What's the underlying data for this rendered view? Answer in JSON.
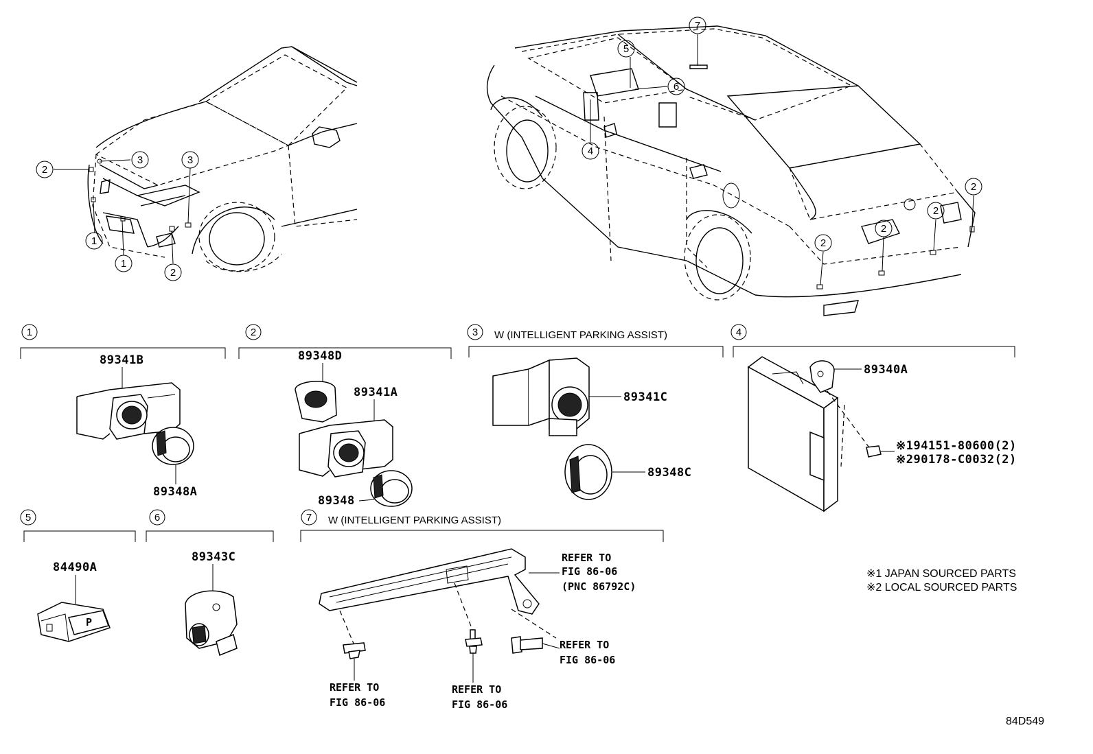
{
  "callouts": {
    "c1": "1",
    "c2": "2",
    "c3": "3",
    "c4": "4",
    "c5": "5",
    "c6": "6",
    "c7": "7"
  },
  "sections": [
    {
      "id": "1",
      "title": ""
    },
    {
      "id": "2",
      "title": ""
    },
    {
      "id": "3",
      "title": "W (INTELLIGENT PARKING ASSIST)"
    },
    {
      "id": "4",
      "title": ""
    },
    {
      "id": "5",
      "title": ""
    },
    {
      "id": "6",
      "title": ""
    },
    {
      "id": "7",
      "title": "W (INTELLIGENT PARKING ASSIST)"
    }
  ],
  "parts": {
    "p89341B": "89341B",
    "p89348A": "89348A",
    "p89348D": "89348D",
    "p89341A": "89341A",
    "p89348": "89348",
    "p89341C": "89341C",
    "p89348C": "89348C",
    "p89340A": "89340A",
    "p94151": "※194151-80600(2)",
    "p90178": "※290178-C0032(2)",
    "p84490A": "84490A",
    "p89343C": "89343C"
  },
  "refs": {
    "r1_l1": "REFER TO",
    "r1_l2": "FIG 86-06",
    "r1_l3": "(PNC 86792C)",
    "r2_l1": "REFER TO",
    "r2_l2": "FIG 86-06",
    "r3_l1": "REFER TO",
    "r3_l2": "FIG 86-06",
    "r4_l1": "REFER TO",
    "r4_l2": "FIG 86-06"
  },
  "notes": {
    "n1": "※1 JAPAN SOURCED PARTS",
    "n2": "※2 LOCAL SOURCED PARTS"
  },
  "diagram_id": "84D549"
}
